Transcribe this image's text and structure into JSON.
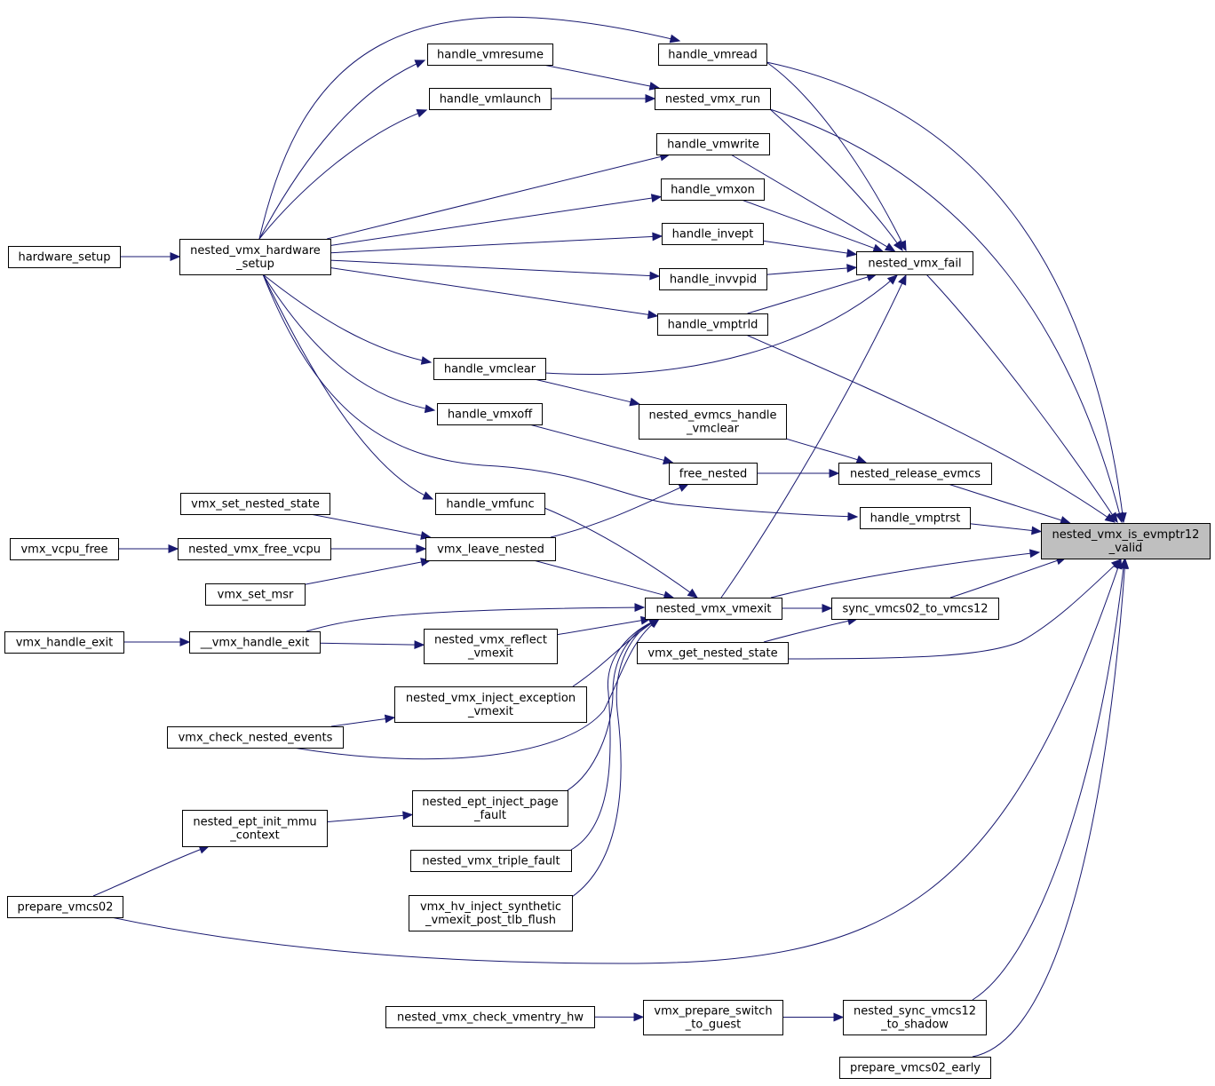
{
  "nodes": [
    {
      "id": "root",
      "lines": [
        "nested_vmx_is_evmptr12",
        "_valid"
      ]
    },
    {
      "id": "handle_vmread",
      "lines": [
        "handle_vmread"
      ]
    },
    {
      "id": "handle_vmresume",
      "lines": [
        "handle_vmresume"
      ]
    },
    {
      "id": "nested_vmx_run",
      "lines": [
        "nested_vmx_run"
      ]
    },
    {
      "id": "handle_vmlaunch",
      "lines": [
        "handle_vmlaunch"
      ]
    },
    {
      "id": "handle_vmwrite",
      "lines": [
        "handle_vmwrite"
      ]
    },
    {
      "id": "handle_vmxon",
      "lines": [
        "handle_vmxon"
      ]
    },
    {
      "id": "handle_invept",
      "lines": [
        "handle_invept"
      ]
    },
    {
      "id": "handle_invvpid",
      "lines": [
        "handle_invvpid"
      ]
    },
    {
      "id": "handle_vmptrld",
      "lines": [
        "handle_vmptrld"
      ]
    },
    {
      "id": "nested_vmx_fail",
      "lines": [
        "nested_vmx_fail"
      ]
    },
    {
      "id": "hardware_setup",
      "lines": [
        "hardware_setup"
      ]
    },
    {
      "id": "nested_vmx_hardware_setup",
      "lines": [
        "nested_vmx_hardware",
        "_setup"
      ]
    },
    {
      "id": "handle_vmclear",
      "lines": [
        "handle_vmclear"
      ]
    },
    {
      "id": "nested_evmcs_handle_vmclear",
      "lines": [
        "nested_evmcs_handle",
        "_vmclear"
      ]
    },
    {
      "id": "handle_vmxoff",
      "lines": [
        "handle_vmxoff"
      ]
    },
    {
      "id": "free_nested",
      "lines": [
        "free_nested"
      ]
    },
    {
      "id": "nested_release_evmcs",
      "lines": [
        "nested_release_evmcs"
      ]
    },
    {
      "id": "handle_vmptrst",
      "lines": [
        "handle_vmptrst"
      ]
    },
    {
      "id": "vmx_set_nested_state",
      "lines": [
        "vmx_set_nested_state"
      ]
    },
    {
      "id": "handle_vmfunc",
      "lines": [
        "handle_vmfunc"
      ]
    },
    {
      "id": "vmx_vcpu_free",
      "lines": [
        "vmx_vcpu_free"
      ]
    },
    {
      "id": "nested_vmx_free_vcpu",
      "lines": [
        "nested_vmx_free_vcpu"
      ]
    },
    {
      "id": "vmx_leave_nested",
      "lines": [
        "vmx_leave_nested"
      ]
    },
    {
      "id": "vmx_set_msr",
      "lines": [
        "vmx_set_msr"
      ]
    },
    {
      "id": "nested_vmx_vmexit",
      "lines": [
        "nested_vmx_vmexit"
      ]
    },
    {
      "id": "sync_vmcs02_to_vmcs12",
      "lines": [
        "sync_vmcs02_to_vmcs12"
      ]
    },
    {
      "id": "vmx_handle_exit",
      "lines": [
        "vmx_handle_exit"
      ]
    },
    {
      "id": "__vmx_handle_exit",
      "lines": [
        "__vmx_handle_exit"
      ]
    },
    {
      "id": "nested_vmx_reflect_vmexit",
      "lines": [
        "nested_vmx_reflect",
        "_vmexit"
      ]
    },
    {
      "id": "vmx_get_nested_state",
      "lines": [
        "vmx_get_nested_state"
      ]
    },
    {
      "id": "nested_vmx_inject_exception_vmexit",
      "lines": [
        "nested_vmx_inject_exception",
        "_vmexit"
      ]
    },
    {
      "id": "vmx_check_nested_events",
      "lines": [
        "vmx_check_nested_events"
      ]
    },
    {
      "id": "nested_ept_inject_page_fault",
      "lines": [
        "nested_ept_inject_page",
        "_fault"
      ]
    },
    {
      "id": "nested_ept_init_mmu_context",
      "lines": [
        "nested_ept_init_mmu",
        "_context"
      ]
    },
    {
      "id": "nested_vmx_triple_fault",
      "lines": [
        "nested_vmx_triple_fault"
      ]
    },
    {
      "id": "prepare_vmcs02",
      "lines": [
        "prepare_vmcs02"
      ]
    },
    {
      "id": "vmx_hv_inject_synthetic_vmexit_post_tlb_flush",
      "lines": [
        "vmx_hv_inject_synthetic",
        "_vmexit_post_tlb_flush"
      ]
    },
    {
      "id": "nested_vmx_check_vmentry_hw",
      "lines": [
        "nested_vmx_check_vmentry_hw"
      ]
    },
    {
      "id": "vmx_prepare_switch_to_guest",
      "lines": [
        "vmx_prepare_switch",
        "_to_guest"
      ]
    },
    {
      "id": "nested_sync_vmcs12_to_shadow",
      "lines": [
        "nested_sync_vmcs12",
        "_to_shadow"
      ]
    },
    {
      "id": "prepare_vmcs02_early",
      "lines": [
        "prepare_vmcs02_early"
      ]
    }
  ],
  "edges": [
    [
      "handle_vmread",
      "root"
    ],
    [
      "nested_vmx_run",
      "root"
    ],
    [
      "handle_vmptrld",
      "root"
    ],
    [
      "nested_release_evmcs",
      "root"
    ],
    [
      "handle_vmptrst",
      "root"
    ],
    [
      "nested_vmx_vmexit",
      "root"
    ],
    [
      "sync_vmcs02_to_vmcs12",
      "root"
    ],
    [
      "vmx_get_nested_state",
      "root"
    ],
    [
      "prepare_vmcs02",
      "root"
    ],
    [
      "nested_sync_vmcs12_to_shadow",
      "root"
    ],
    [
      "prepare_vmcs02_early",
      "root"
    ],
    [
      "nested_vmx_fail",
      "root"
    ],
    [
      "handle_vmread",
      "nested_vmx_fail"
    ],
    [
      "nested_vmx_run",
      "nested_vmx_fail"
    ],
    [
      "handle_vmwrite",
      "nested_vmx_fail"
    ],
    [
      "handle_vmxon",
      "nested_vmx_fail"
    ],
    [
      "handle_invept",
      "nested_vmx_fail"
    ],
    [
      "handle_invvpid",
      "nested_vmx_fail"
    ],
    [
      "handle_vmptrld",
      "nested_vmx_fail"
    ],
    [
      "handle_vmclear",
      "nested_vmx_fail"
    ],
    [
      "nested_vmx_vmexit",
      "nested_vmx_fail"
    ],
    [
      "handle_vmresume",
      "nested_vmx_run"
    ],
    [
      "handle_vmlaunch",
      "nested_vmx_run"
    ],
    [
      "hardware_setup",
      "nested_vmx_hardware_setup"
    ],
    [
      "nested_vmx_hardware_setup",
      "handle_vmread"
    ],
    [
      "nested_vmx_hardware_setup",
      "handle_vmresume"
    ],
    [
      "nested_vmx_hardware_setup",
      "handle_vmlaunch"
    ],
    [
      "nested_vmx_hardware_setup",
      "handle_vmwrite"
    ],
    [
      "nested_vmx_hardware_setup",
      "handle_vmxon"
    ],
    [
      "nested_vmx_hardware_setup",
      "handle_invept"
    ],
    [
      "nested_vmx_hardware_setup",
      "handle_invvpid"
    ],
    [
      "nested_vmx_hardware_setup",
      "handle_vmptrld"
    ],
    [
      "nested_vmx_hardware_setup",
      "handle_vmclear"
    ],
    [
      "nested_vmx_hardware_setup",
      "handle_vmxoff"
    ],
    [
      "nested_vmx_hardware_setup",
      "handle_vmptrst"
    ],
    [
      "nested_vmx_hardware_setup",
      "handle_vmfunc"
    ],
    [
      "handle_vmclear",
      "nested_evmcs_handle_vmclear"
    ],
    [
      "nested_evmcs_handle_vmclear",
      "nested_release_evmcs"
    ],
    [
      "handle_vmxoff",
      "free_nested"
    ],
    [
      "free_nested",
      "nested_release_evmcs"
    ],
    [
      "vmx_leave_nested",
      "free_nested"
    ],
    [
      "vmx_set_nested_state",
      "vmx_leave_nested"
    ],
    [
      "nested_vmx_free_vcpu",
      "vmx_leave_nested"
    ],
    [
      "vmx_set_msr",
      "vmx_leave_nested"
    ],
    [
      "vmx_vcpu_free",
      "nested_vmx_free_vcpu"
    ],
    [
      "vmx_leave_nested",
      "nested_vmx_vmexit"
    ],
    [
      "handle_vmfunc",
      "nested_vmx_vmexit"
    ],
    [
      "__vmx_handle_exit",
      "nested_vmx_vmexit"
    ],
    [
      "nested_vmx_reflect_vmexit",
      "nested_vmx_vmexit"
    ],
    [
      "nested_vmx_inject_exception_vmexit",
      "nested_vmx_vmexit"
    ],
    [
      "vmx_check_nested_events",
      "nested_vmx_vmexit"
    ],
    [
      "nested_ept_inject_page_fault",
      "nested_vmx_vmexit"
    ],
    [
      "nested_vmx_triple_fault",
      "nested_vmx_vmexit"
    ],
    [
      "vmx_hv_inject_synthetic_vmexit_post_tlb_flush",
      "nested_vmx_vmexit"
    ],
    [
      "nested_vmx_vmexit",
      "sync_vmcs02_to_vmcs12"
    ],
    [
      "vmx_get_nested_state",
      "sync_vmcs02_to_vmcs12"
    ],
    [
      "vmx_handle_exit",
      "__vmx_handle_exit"
    ],
    [
      "__vmx_handle_exit",
      "nested_vmx_reflect_vmexit"
    ],
    [
      "vmx_check_nested_events",
      "nested_vmx_inject_exception_vmexit"
    ],
    [
      "nested_ept_init_mmu_context",
      "nested_ept_inject_page_fault"
    ],
    [
      "prepare_vmcs02",
      "nested_ept_init_mmu_context"
    ],
    [
      "nested_vmx_check_vmentry_hw",
      "vmx_prepare_switch_to_guest"
    ],
    [
      "vmx_prepare_switch_to_guest",
      "nested_sync_vmcs12_to_shadow"
    ]
  ]
}
